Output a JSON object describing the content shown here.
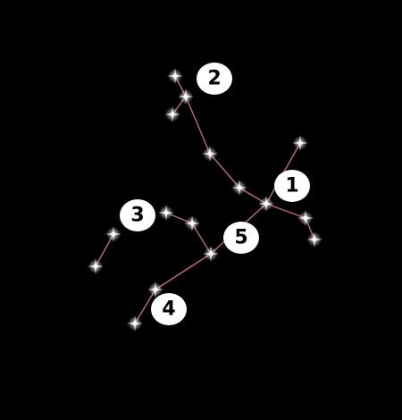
{
  "colors": {
    "background": "#000000",
    "constellation_line": "#b86a86",
    "star_glow": "#ffffff",
    "badge_fill": "#ffffff",
    "badge_text": "#000000"
  },
  "labels": {
    "one": "1",
    "two": "2",
    "three": "3",
    "four": "4",
    "five": "5"
  },
  "icons": {
    "star": "sparkle-star-icon",
    "badge": "number-badge"
  }
}
